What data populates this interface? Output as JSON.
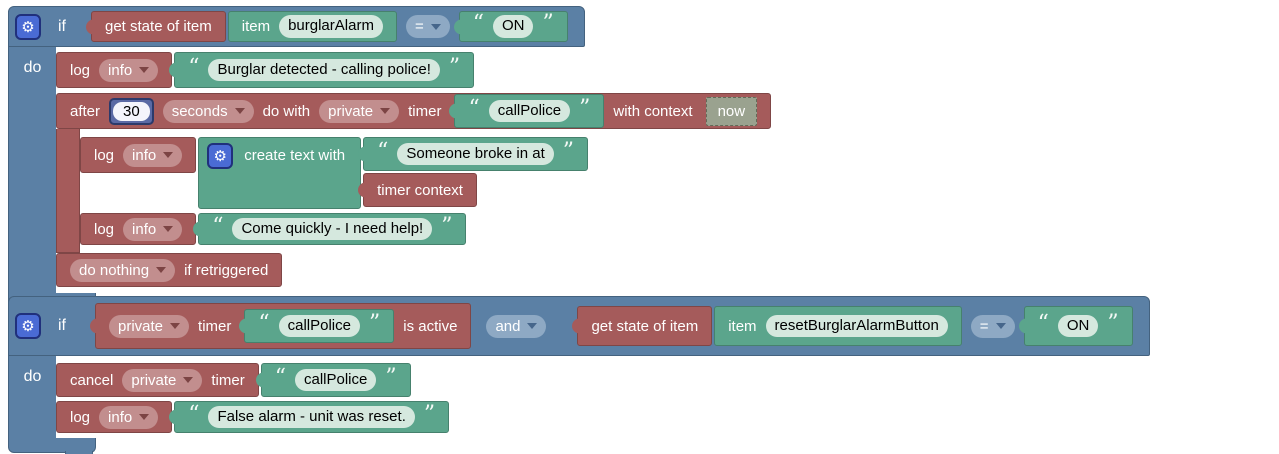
{
  "colors": {
    "blue": "#5b80a5",
    "blue_bd": "#44627f",
    "red": "#a55b5b",
    "red_bd": "#7f4646",
    "green": "#5ba58c",
    "green_bd": "#46816d",
    "field_bg": "#d5e8de",
    "dd_red": "#c28e8e",
    "dd_blue": "#8ea9c4",
    "num_blue": "#5b6aa5",
    "shadow_bg": "#9aa28f",
    "gear_bg": "#4a6bd4"
  },
  "glyphs": {
    "gear": "⚙",
    "quote_open": "“",
    "quote_close": "”"
  },
  "rule1": {
    "if_label": "if",
    "do_label": "do",
    "condition": {
      "get_state_label": "get state of item",
      "item_label": "item",
      "item_name": "burglarAlarm",
      "operator": "=",
      "expected_value": "ON"
    },
    "log_burglar": {
      "log_label": "log",
      "level": "info",
      "message": "Burglar detected - calling police!"
    },
    "after_timer": {
      "after_label": "after",
      "delay": "30",
      "unit": "seconds",
      "do_with_label": "do with",
      "scope": "private",
      "timer_label": "timer",
      "timer_name": "callPolice",
      "with_context_label": "with context",
      "context_value": "now",
      "retrigger_policy": "do nothing",
      "retrigger_suffix": "if retriggered",
      "log_compose": {
        "log_label": "log",
        "level": "info",
        "create_text_label": "create text with",
        "text_part_1": "Someone broke in at",
        "text_part_2_label": "timer context"
      },
      "log_help": {
        "log_label": "log",
        "level": "info",
        "message": "Come quickly - I need help!"
      }
    }
  },
  "rule2": {
    "if_label": "if",
    "do_label": "do",
    "condition": {
      "left": {
        "scope": "private",
        "timer_label": "timer",
        "timer_name": "callPolice",
        "suffix": "is active"
      },
      "logic_operator": "and",
      "right": {
        "get_state_label": "get state of item",
        "item_label": "item",
        "item_name": "resetBurglarAlarmButton",
        "operator": "=",
        "expected_value": "ON"
      }
    },
    "cancel_timer": {
      "cancel_label": "cancel",
      "scope": "private",
      "timer_label": "timer",
      "timer_name": "callPolice"
    },
    "log_reset": {
      "log_label": "log",
      "level": "info",
      "message": "False alarm - unit was reset."
    }
  }
}
